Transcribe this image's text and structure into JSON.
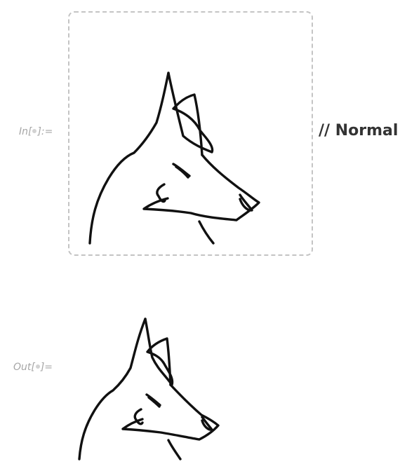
{
  "input_cell": {
    "label_prefix": "In[",
    "label_suffix": "]:=",
    "comment": "// Normal",
    "image_icon": "dog-head-sketch-icon"
  },
  "output_cell": {
    "label_prefix": "Out[",
    "label_suffix": "]=",
    "image_icon": "dog-head-sketch-icon"
  },
  "colors": {
    "label": "#a6a6a6",
    "frame_dash": "#c4c4c4",
    "ink": "#111111",
    "comment": "#333333"
  }
}
